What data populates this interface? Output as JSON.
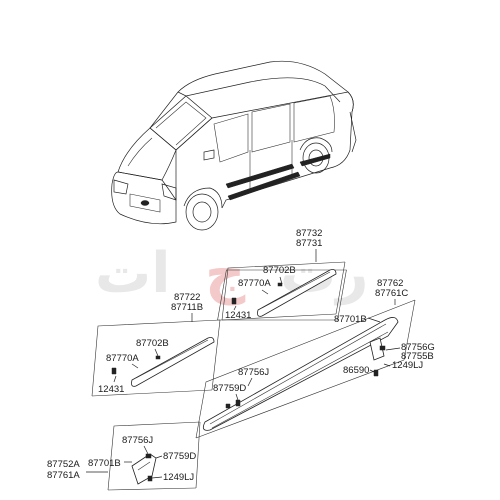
{
  "watermark": {
    "text_left": "ات",
    "text_mid": "ج",
    "text_right": "رت",
    "accent": "#f3c9c9"
  },
  "callouts": {
    "top_upper": "87732",
    "top_lower": "87731",
    "top_clip": "87702B",
    "top_screw": "87770A",
    "top_bolt": "12431",
    "front_upper": "87722",
    "front_lower": "87711B",
    "front_clip": "87702B",
    "front_screw": "87770A",
    "front_bolt": "12431",
    "sill_upper": "87762",
    "sill_lower": "87761C",
    "sill_bracket": "87701B",
    "sill_g": "87756G",
    "sill_b": "87755B",
    "sill_86590": "86590",
    "sill_1249": "1249LJ",
    "mid_j": "87756J",
    "mid_d": "87759D",
    "bot_j": "87756J",
    "bot_b": "87701B",
    "bot_d": "87759D",
    "bot_lj": "1249LJ",
    "bot_left_upper": "87752A",
    "bot_left_lower": "87761A"
  },
  "colors": {
    "line": "#222222",
    "background": "#ffffff"
  }
}
